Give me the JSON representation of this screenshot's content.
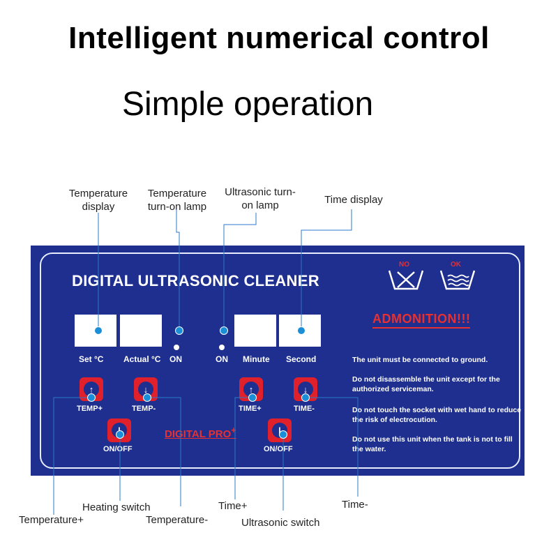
{
  "header": {
    "headline": "Intelligent numerical control",
    "subheadline": "Simple operation"
  },
  "annotations": {
    "temp_display": "Temperature display",
    "temp_lamp": "Temperature turn-on lamp",
    "ultra_lamp": "Ultrasonic turn-on lamp",
    "time_display": "Time display",
    "temp_plus": "Temperature+",
    "heating_switch": "Heating switch",
    "temp_minus": "Temperature-",
    "time_plus": "Time+",
    "ultrasonic_switch": "Ultrasonic switch",
    "time_minus": "Time-"
  },
  "panel": {
    "title": "DIGITAL ULTRASONIC CLEANER",
    "labels": {
      "set_c": "Set  °C",
      "actual_c": "Actual °C",
      "on_left": "ON",
      "on_right": "ON",
      "minute": "Minute",
      "second": "Second"
    },
    "buttons": {
      "temp_plus": "TEMP+",
      "temp_minus": "TEMP-",
      "time_plus": "TIME+",
      "time_minus": "TIME-",
      "heat_onoff": "ON/OFF",
      "ultra_onoff": "ON/OFF"
    },
    "brand": "DIGITAL PRO",
    "brand_sup": "+",
    "icons": {
      "no_label": "NO",
      "ok_label": "OK"
    },
    "admonition": "ADMONITION!!!",
    "warnings": [
      "The unit must be connected to ground.",
      "Do not disassemble the unit except  for the authorized serviceman.",
      "Do not touch the socket with wet hand to reduce the risk of electrocution.",
      "Do not use this unit when the tank is not to fill the water."
    ]
  },
  "colors": {
    "panel_blue": "#1e2f8f",
    "accent_red": "#e0202a",
    "marker_blue": "#1a8fd8"
  }
}
